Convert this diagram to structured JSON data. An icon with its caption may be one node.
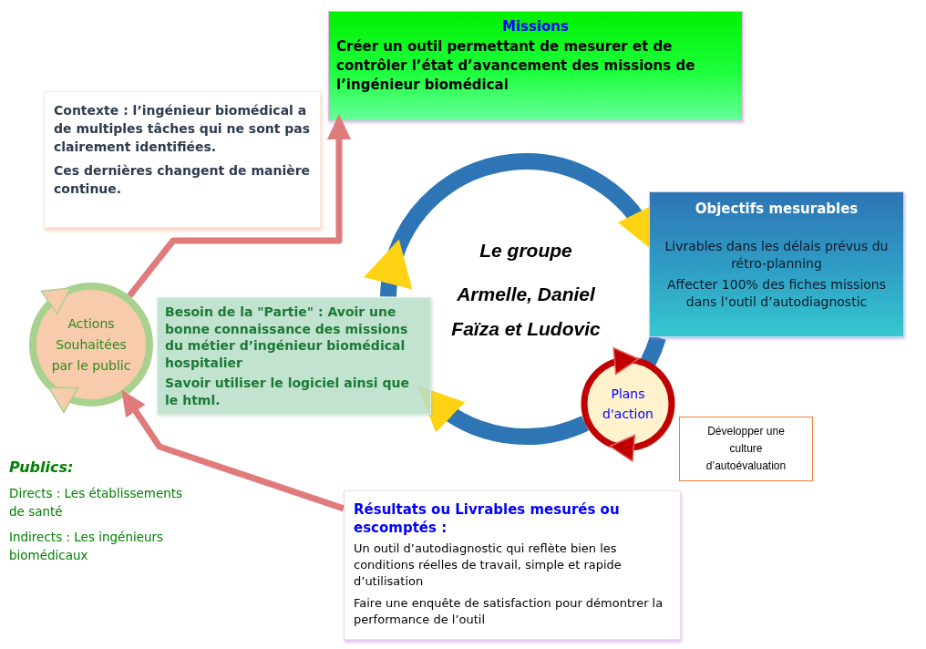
{
  "diagram": {
    "nodes": [
      {
        "text": [
          "Missions",
          "Créer un outil permettant de mesurer et de contrôler l’état d’avancement des missions de l’ingénieur biomédical"
        ]
      },
      {
        "text": [
          "Contexte : l’ingénieur biomédical a de multiples tâches qui ne sont pas clairement identifiées.",
          "Ces dernières changent de manière continue."
        ]
      },
      {
        "text": [
          "Objectifs mesurables",
          "Livrables dans les délais prévus du rétro-planning",
          "Affecter 100% des fiches missions dans l’outil d’autodiagnostic"
        ]
      },
      {
        "text": [
          "Actions Souhaitées par le public"
        ]
      },
      {
        "text": [
          "Besoin de la \"Partie\" : Avoir une bonne connaissance des missions du métier d’ingénieur biomédical hospitalier",
          "Savoir utiliser le logiciel ainsi que le html."
        ]
      },
      {
        "text": [
          "Plans d'action"
        ]
      },
      {
        "text": [
          "Développer une culture d’autoévaluation"
        ]
      },
      {
        "text": [
          "Résultats ou Livrables mesurés ou escomptés :",
          "Un outil d’autodiagnostic qui reflète bien les conditions réelles de travail, simple et rapide d’utilisation",
          "Faire une enquête de satisfaction pour démontrer la performance de l’outil"
        ]
      }
    ],
    "edges": [
      {
        "from": 3,
        "to": 0,
        "arrow": "to",
        "color": "#e07b7b"
      },
      {
        "from": 7,
        "to": 3,
        "arrow": "to",
        "color": "#e07b7b"
      },
      {
        "from": 4,
        "to": 2,
        "arrow": "to"
      },
      {
        "from": 2,
        "to": 5,
        "arrow": "none"
      },
      {
        "from": 5,
        "to": 4,
        "arrow": "to"
      }
    ],
    "labels": [
      "Le groupe",
      "Armelle, Daniel Faïza et Ludovic",
      "Publics:",
      "Directs : Les établissements de santé",
      "Indirects : Les ingénieurs biomédicaux"
    ]
  }
}
